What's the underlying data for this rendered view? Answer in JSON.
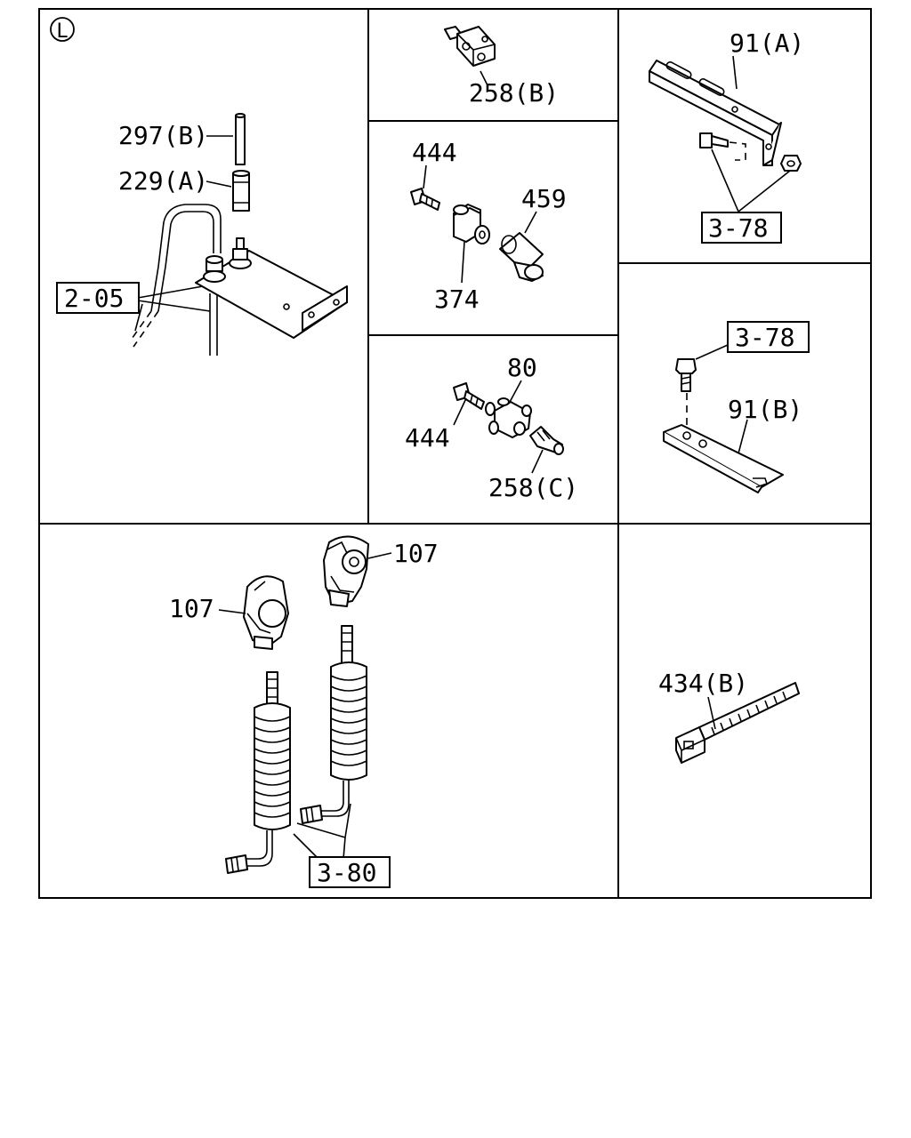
{
  "corner_marker": "L",
  "panels": {
    "valve_mount": {
      "labels": {
        "pipe": "297(B)",
        "connector": "229(A)",
        "ref": "2-05"
      }
    },
    "joint_block": {
      "labels": {
        "joint": "258(B)"
      }
    },
    "bracket_a": {
      "labels": {
        "bracket": "91(A)",
        "ref": "3-78"
      }
    },
    "tee_union": {
      "labels": {
        "bolt": "444",
        "union": "459",
        "tee": "374"
      }
    },
    "bracket_b": {
      "labels": {
        "ref": "3-78",
        "bracket": "91(B)"
      }
    },
    "cross_joint": {
      "labels": {
        "cross": "80",
        "bolt": "444",
        "fitting": "258(C)"
      }
    },
    "coupling_hoses": {
      "labels": {
        "coupling_right": "107",
        "coupling_left": "107",
        "ref": "3-80"
      }
    },
    "cable_tie": {
      "labels": {
        "tie": "434(B)"
      }
    }
  }
}
